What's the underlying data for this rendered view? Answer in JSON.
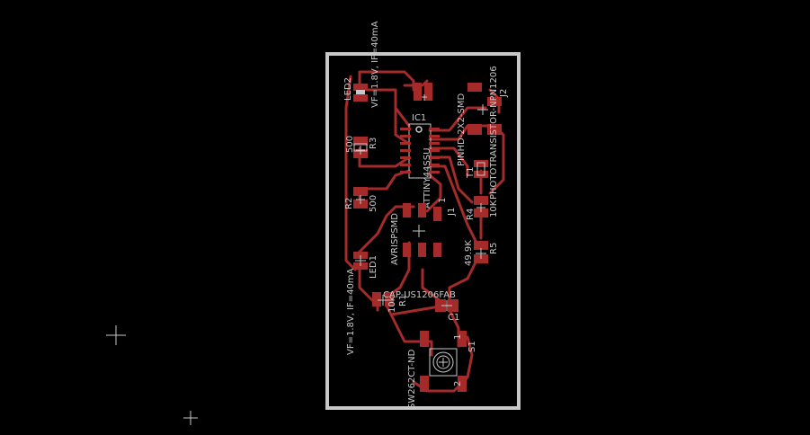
{
  "board": {
    "outline_color": "#c8c8c8",
    "copper_color": "#a52a2a",
    "background": "#000000"
  },
  "labels": {
    "led2": "LED2",
    "led2_spec": "VF=1.8V, IF=40mA",
    "photo_transistor": "PHOTOTRANSISTOR-NPN1206",
    "pinhd": "PINHD-2X2-SMD",
    "ic1": "IC1",
    "attiny": "ATTINY44SSU",
    "j2": "J2",
    "j1": "J1",
    "t1": "T1",
    "r3": "R3",
    "r3_val": "500",
    "r2": "R2",
    "r2_val": "500",
    "r4": "R4",
    "r4_val": "10K",
    "r5": "R5",
    "r5_val": "49.9K",
    "avrisp": "AVRISPSMD",
    "led1": "LED1",
    "led1_spec": "VF=1.8V, IF=40mA",
    "cap": "CAP-US1206FAB",
    "c1": "C1",
    "r1": "R1",
    "r1_val": "10k",
    "switch": "SW262CT-ND",
    "s1": "S1",
    "pin1a": "1",
    "pin1b": "1",
    "pin2": "2"
  }
}
